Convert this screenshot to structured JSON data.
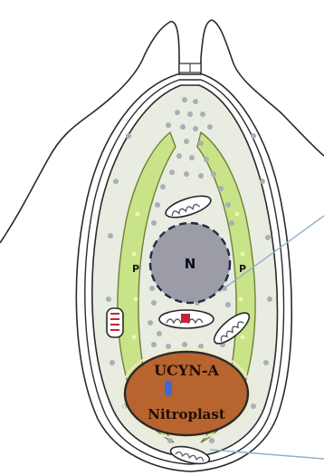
{
  "labels": {
    "plastid_left": "P",
    "plastid_right": "P",
    "nucleus": "N",
    "ucyn": "UCYN-A",
    "nitroplast": "Nitroplast"
  },
  "colors": {
    "outline": "#2a2a2a",
    "cytoplasm": "#e9ece0",
    "plastid": "#c9e389",
    "plastid_edge": "#6f7f3a",
    "nucleus": "#9b9ca6",
    "nucleus_edge": "#20294d",
    "nitroplast": "#b8642f",
    "granule": "#a9afb5",
    "mito_red": "#c2233a",
    "pointer_line": "#8fb1cc"
  }
}
